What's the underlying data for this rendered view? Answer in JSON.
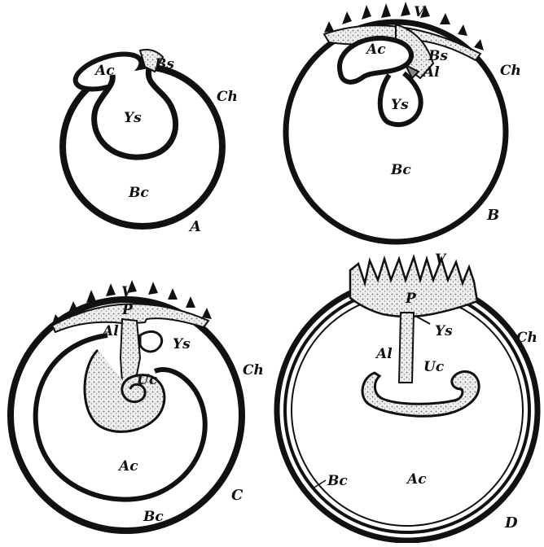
{
  "figure": {
    "panels": [
      {
        "id": "A",
        "letter": "A",
        "labels": {
          "ac": "Ac",
          "bs": "Bs",
          "ch": "Ch",
          "ys": "Ys",
          "bc": "Bc"
        }
      },
      {
        "id": "B",
        "letter": "B",
        "labels": {
          "v": "V",
          "ac": "Ac",
          "bs": "Bs",
          "al": "Al",
          "ch": "Ch",
          "ys": "Ys",
          "bc": "Bc"
        }
      },
      {
        "id": "C",
        "letter": "C",
        "labels": {
          "v": "V",
          "p": "P",
          "al": "Al",
          "ys": "Ys",
          "uc": "Uc",
          "ch": "Ch",
          "ac": "Ac",
          "bc": "Bc"
        }
      },
      {
        "id": "D",
        "letter": "D",
        "labels": {
          "v": "V",
          "p": "P",
          "ys": "Ys",
          "ch": "Ch",
          "al": "Al",
          "uc": "Uc",
          "bc": "Bc",
          "ac": "Ac"
        }
      }
    ]
  }
}
